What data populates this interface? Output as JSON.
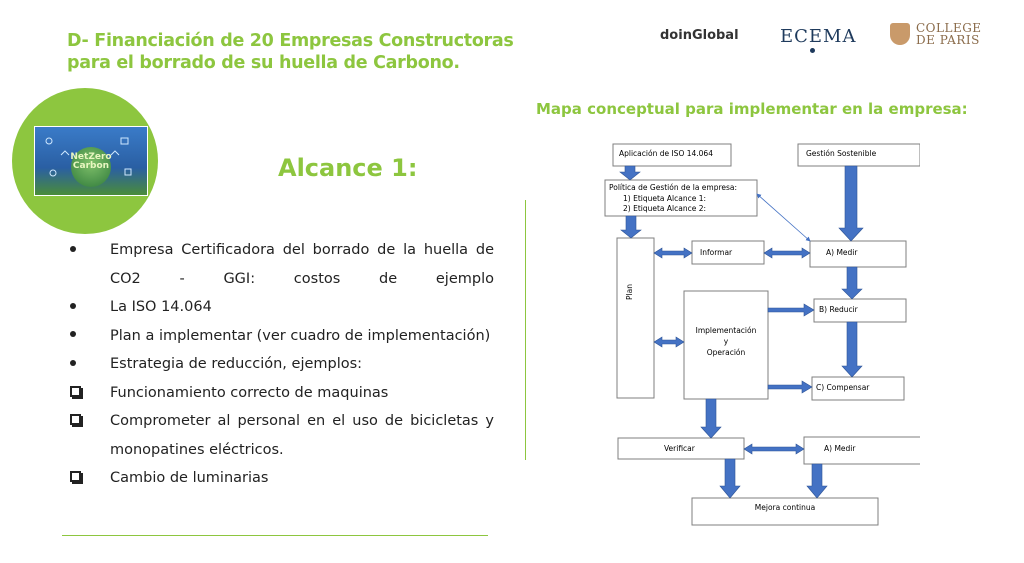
{
  "slide": {
    "title_line1": "D- Financiación de 20 Empresas Constructoras",
    "title_line2": "para el borrado de su huella de Carbono.",
    "alcance_heading": "Alcance 1:",
    "mapa_heading": "Mapa conceptual para implementar en la empresa:"
  },
  "logos": {
    "doinglobal": "doinGlobal",
    "ecema": "ECEMA",
    "college_line1": "COLLEGE",
    "college_line2": "DE PARIS"
  },
  "image": {
    "netzero_line1": "NetZero",
    "netzero_line2": "Carbon"
  },
  "list": [
    {
      "marker": "bullet",
      "text": "Empresa Certificadora del borrado de la huella de CO2 -  GGI: costos de ejemplo"
    },
    {
      "marker": "bullet",
      "text": "La ISO 14.064"
    },
    {
      "marker": "bullet",
      "text": "Plan a implementar (ver cuadro de implementación)"
    },
    {
      "marker": "bullet",
      "text": "Estrategia de reducción, ejemplos:"
    },
    {
      "marker": "checkbox",
      "text": "Funcionamiento correcto de maquinas"
    },
    {
      "marker": "checkbox",
      "text": "Comprometer al personal en el uso de bicicletas y monopatines eléctricos."
    },
    {
      "marker": "checkbox",
      "text": "Cambio de luminarias"
    }
  ],
  "diagram": {
    "iso": "Aplicación de ISO 14.064",
    "gestion": "Gestión Sostenible",
    "politica_line1": "Política de Gestión de la empresa:",
    "politica_line2": "1)   Etiqueta Alcance 1:",
    "politica_line3": "2)   Etiqueta Alcance 2:",
    "plan": "Plan",
    "informar": "Informar",
    "medir1": "A)  Medir",
    "reducir": "B) Reducir",
    "implementacion_line1": "Implementación",
    "implementacion_line2": "y",
    "implementacion_line3": "Operación",
    "compensar": "C) Compensar",
    "verificar": "Verificar",
    "medir2": "A)  Medir",
    "mejora": "Mejora continua",
    "colors": {
      "arrow": "#4472c4",
      "arrow_edge": "#2f5597",
      "box_border": "#7f7f7f"
    }
  }
}
